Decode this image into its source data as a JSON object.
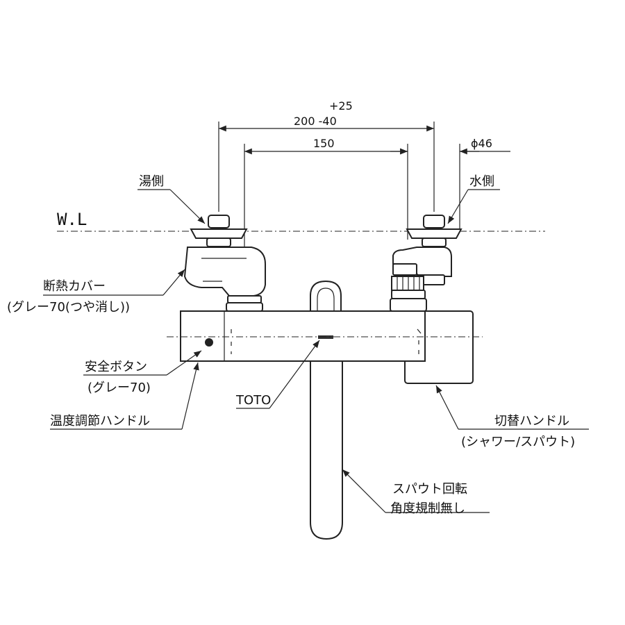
{
  "dimensions": {
    "tol_plus": "+25",
    "span_total": "200 -40",
    "span_inner": "150",
    "diameter": "ϕ46"
  },
  "waterline": "W.L",
  "labels": {
    "hot_side": "湯側",
    "cold_side": "水側",
    "cover_1": "断熱カバー",
    "cover_2": "(グレー70(つや消し))",
    "safety_1": "安全ボタン",
    "safety_2": "(グレー70)",
    "temp_handle": "温度調節ハンドル",
    "brand": "TOTO",
    "switch_1": "切替ハンドル",
    "switch_2": "(シャワー/スパウト)",
    "spout_1": "スパウト回転",
    "spout_2": "角度規制無し"
  }
}
